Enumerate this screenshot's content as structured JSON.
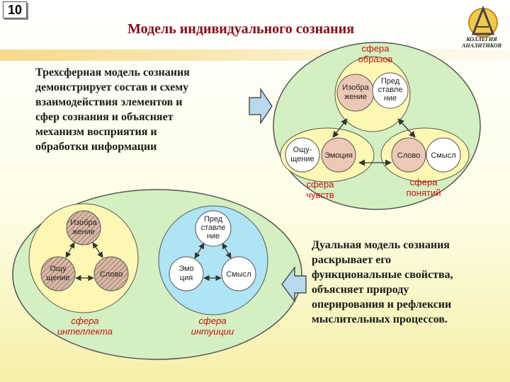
{
  "slide_number": "10",
  "title": "Модель индивидуального сознания",
  "logo_text": [
    "КОЛЛЕГИЯ",
    "АНАЛИТИКОВ"
  ],
  "top_text": [
    "Трехсферная модель сознания",
    "демонстрирует состав и схему",
    "взаимодействия элементов и",
    "сфер сознания и объясняет",
    "механизм восприятия и",
    "обработки информации"
  ],
  "bottom_text": [
    "Дуальная модель сознания",
    "раскрывает его",
    "функциональные свойства,",
    "объясняет природу",
    "оперирования и рефлексии",
    "мыслительных процессов."
  ],
  "three_sphere": {
    "label_images": [
      "сфера",
      "образов"
    ],
    "label_feelings": [
      "сфера",
      "чувств"
    ],
    "label_concepts": [
      "сфера",
      "понятий"
    ],
    "node_image": [
      "Изобра",
      "жение"
    ],
    "node_representation": [
      "Пред",
      "ставле",
      "ние"
    ],
    "node_sensation": [
      "Ощу-",
      "щение"
    ],
    "node_emotion": [
      "Эмоция"
    ],
    "node_word": [
      "Слово"
    ],
    "node_meaning": [
      "Смысл"
    ]
  },
  "dual": {
    "label_intellect": [
      "сфера",
      "интеллекта"
    ],
    "label_intuition": [
      "сфера",
      "интуиции"
    ],
    "node_image": [
      "Изобра",
      "жение"
    ],
    "node_sensation": [
      "Ощу",
      "щение"
    ],
    "node_word": [
      "Слово"
    ],
    "node_representation": [
      "Пред",
      "ставле",
      "ние"
    ],
    "node_emotion": [
      "Эмо",
      "ция"
    ],
    "node_meaning": [
      "Смысл"
    ]
  },
  "colors": {
    "title": "#8b0a1a",
    "outer_ellipse": "#d4f0c2",
    "sphere_yellow": "#fcf7b2",
    "sphere_blue": "#aee4f4",
    "node_pink": "#ecc9b6",
    "node_white": "#ffffff",
    "label_red": "#cc1111",
    "arrow": "#b8d8ee"
  }
}
